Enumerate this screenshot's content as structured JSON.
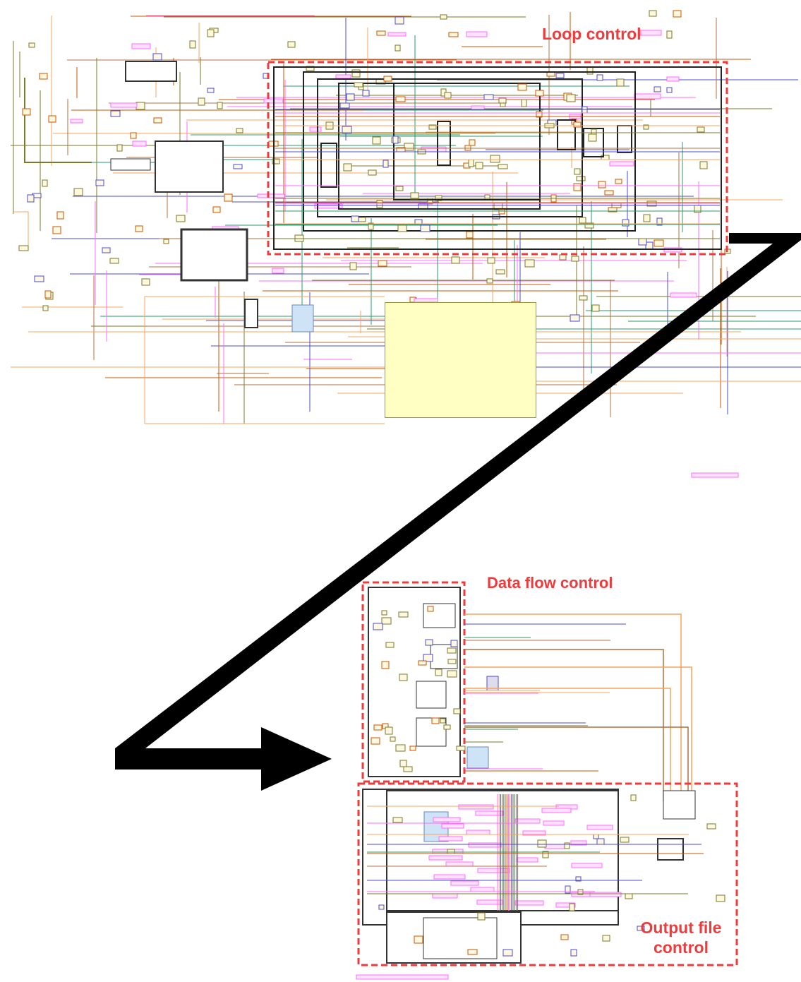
{
  "regions": {
    "loop_control": {
      "label": "Loop control",
      "color": "#ef3b3b"
    },
    "data_flow_control": {
      "label": "Data flow control",
      "color": "#ef3b3b"
    },
    "output_file_control": {
      "label_line1": "Output file",
      "label_line2": "control",
      "color": "#ef3b3b"
    }
  },
  "connector_arrow": {
    "color": "#000000"
  },
  "wire_colors": [
    "#ff6cff",
    "#f7a35c",
    "#4b4bd6",
    "#7a7a2a",
    "#2a9a6a",
    "#b07040",
    "#cc5500"
  ],
  "comment_note_color": "#ffffc4"
}
